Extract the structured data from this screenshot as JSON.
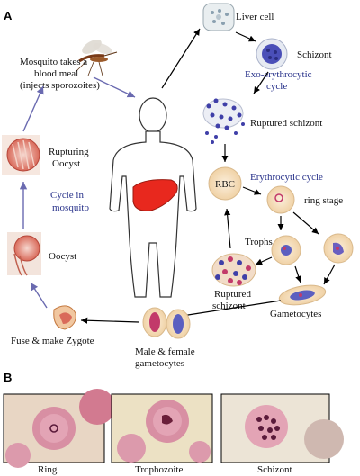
{
  "panel_a": {
    "letter": "A",
    "mosquito_label": [
      "Mosquito takes a",
      "blood meal",
      "(injects sporozoites)"
    ],
    "liver_cell": "Liver cell",
    "schizont": "Schizont",
    "exo_cycle": [
      "Exo-erythrocytic",
      "cycle"
    ],
    "ruptured_schizont_top": "Ruptured schizont",
    "rbc": "RBC",
    "erythrocytic_cycle": "Erythrocytic  cycle",
    "ring_stage": "ring stage",
    "trophs": "Trophs",
    "ruptured_schizont_bottom": [
      "Ruptured",
      "schizont"
    ],
    "gametocytes": "Gametocytes",
    "male_female": [
      "Male & female",
      "gametocytes"
    ],
    "fuse_zygote": "Fuse &  make Zygote",
    "oocyst": "Oocyst",
    "rupturing_oocyst": [
      "Rupturing",
      "Oocyst"
    ],
    "cycle_in_mosquito": [
      "Cycle in",
      "mosquito"
    ]
  },
  "panel_b": {
    "letter": "B",
    "captions": [
      "Ring",
      "Trophozoite",
      "Schizont"
    ]
  },
  "colors": {
    "arrow_blue": "#6a6ab0",
    "label_blue": "#27318a",
    "liver_red": "#e8281e",
    "rbc_fill": "#f6dfbd",
    "micrograph_bg": "#e8d6c4"
  }
}
